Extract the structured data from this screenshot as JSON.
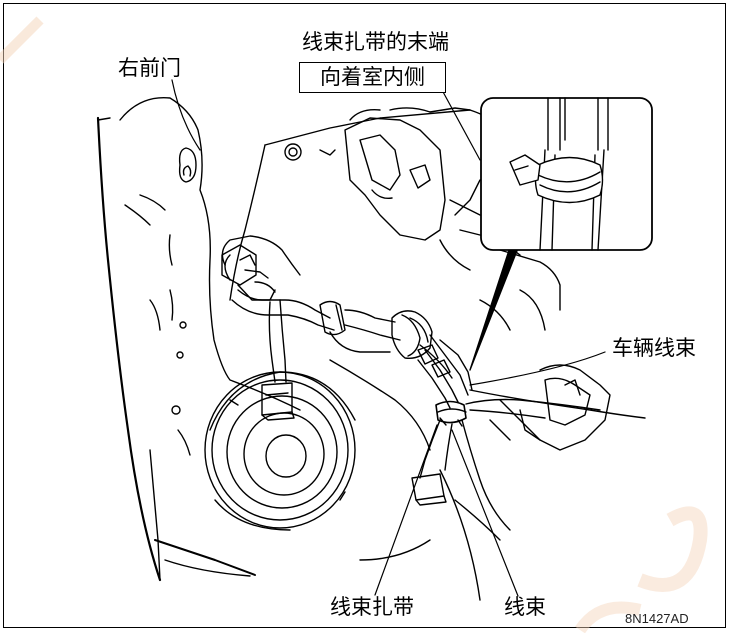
{
  "labels": {
    "right_front_door": "右前门",
    "tie_end": "线束扎带的末端",
    "facing_inside": "向着室内侧",
    "vehicle_harness": "车辆线束",
    "harness_tie": "线束扎带",
    "harness": "线束",
    "figure_code": "8N1427AD"
  },
  "colors": {
    "line": "#000000",
    "watermark": "#f2c9a8"
  }
}
